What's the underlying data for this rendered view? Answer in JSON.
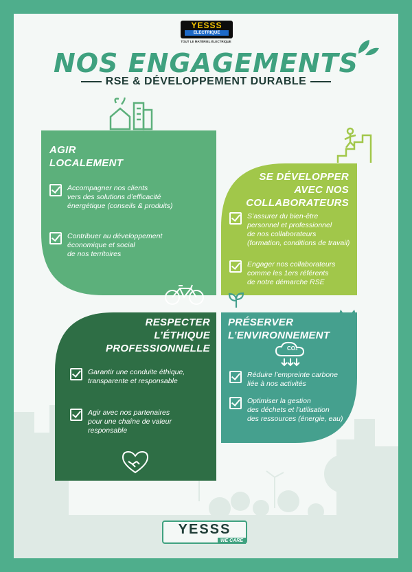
{
  "header": {
    "logo_text": "YESSS",
    "logo_sub": "ELECTRIQUE",
    "logo_tagline": "TOUT LE MATÉRIEL ÉLECTRIQUE",
    "title": "NOS ENGAGEMENTS",
    "subtitle": "RSE & DÉVELOPPEMENT DURABLE"
  },
  "quadrants": [
    {
      "title": "AGIR\nLOCALEMENT",
      "color": "#5cb07b",
      "icon": "house-buildings-icon",
      "bottom_icon": "bicycle-icon",
      "items": [
        "Accompagner nos clients\nvers des solutions d’efficacité\nénergétique (conseils & produits)",
        "Contribuer au développement\néconomique et social\nde nos territoires"
      ]
    },
    {
      "title": "SE DÉVELOPPER\nAVEC NOS\nCOLLABORATEURS",
      "color": "#a1c74a",
      "icon": "person-climbing-stairs-icon",
      "bottom_icon": "sprout-icon",
      "items": [
        "S’assurer du bien-être\npersonnel et professionnel\nde nos collaborateurs\n(formation, conditions de travail)",
        "Engager nos collaborateurs\ncomme les 1ers référents\nde notre démarche RSE"
      ]
    },
    {
      "title": "RESPECTER\nL’ÉTHIQUE\nPROFESSIONNELLE",
      "color": "#2e6e45",
      "icon": "handshake-heart-icon",
      "items": [
        "Garantir une conduite éthique,\ntransparente et responsable",
        "Agir avec nos partenaires\npour une chaîne de valeur\nresponsable"
      ]
    },
    {
      "title": "PRÉSERVER\nL’ENVIRONNEMENT",
      "color": "#45a08e",
      "icon": "tree-icon",
      "center_icon": "co2-cloud-icon",
      "co2_label": "CO₂",
      "items": [
        "Réduire l’empreinte carbone\nliée à nos activités",
        "Optimiser la gestion\ndes déchets et l’utilisation\ndes ressources (énergie, eau)"
      ]
    }
  ],
  "footer": {
    "logo_text": "YESSS",
    "tagline": "WE CARE"
  }
}
